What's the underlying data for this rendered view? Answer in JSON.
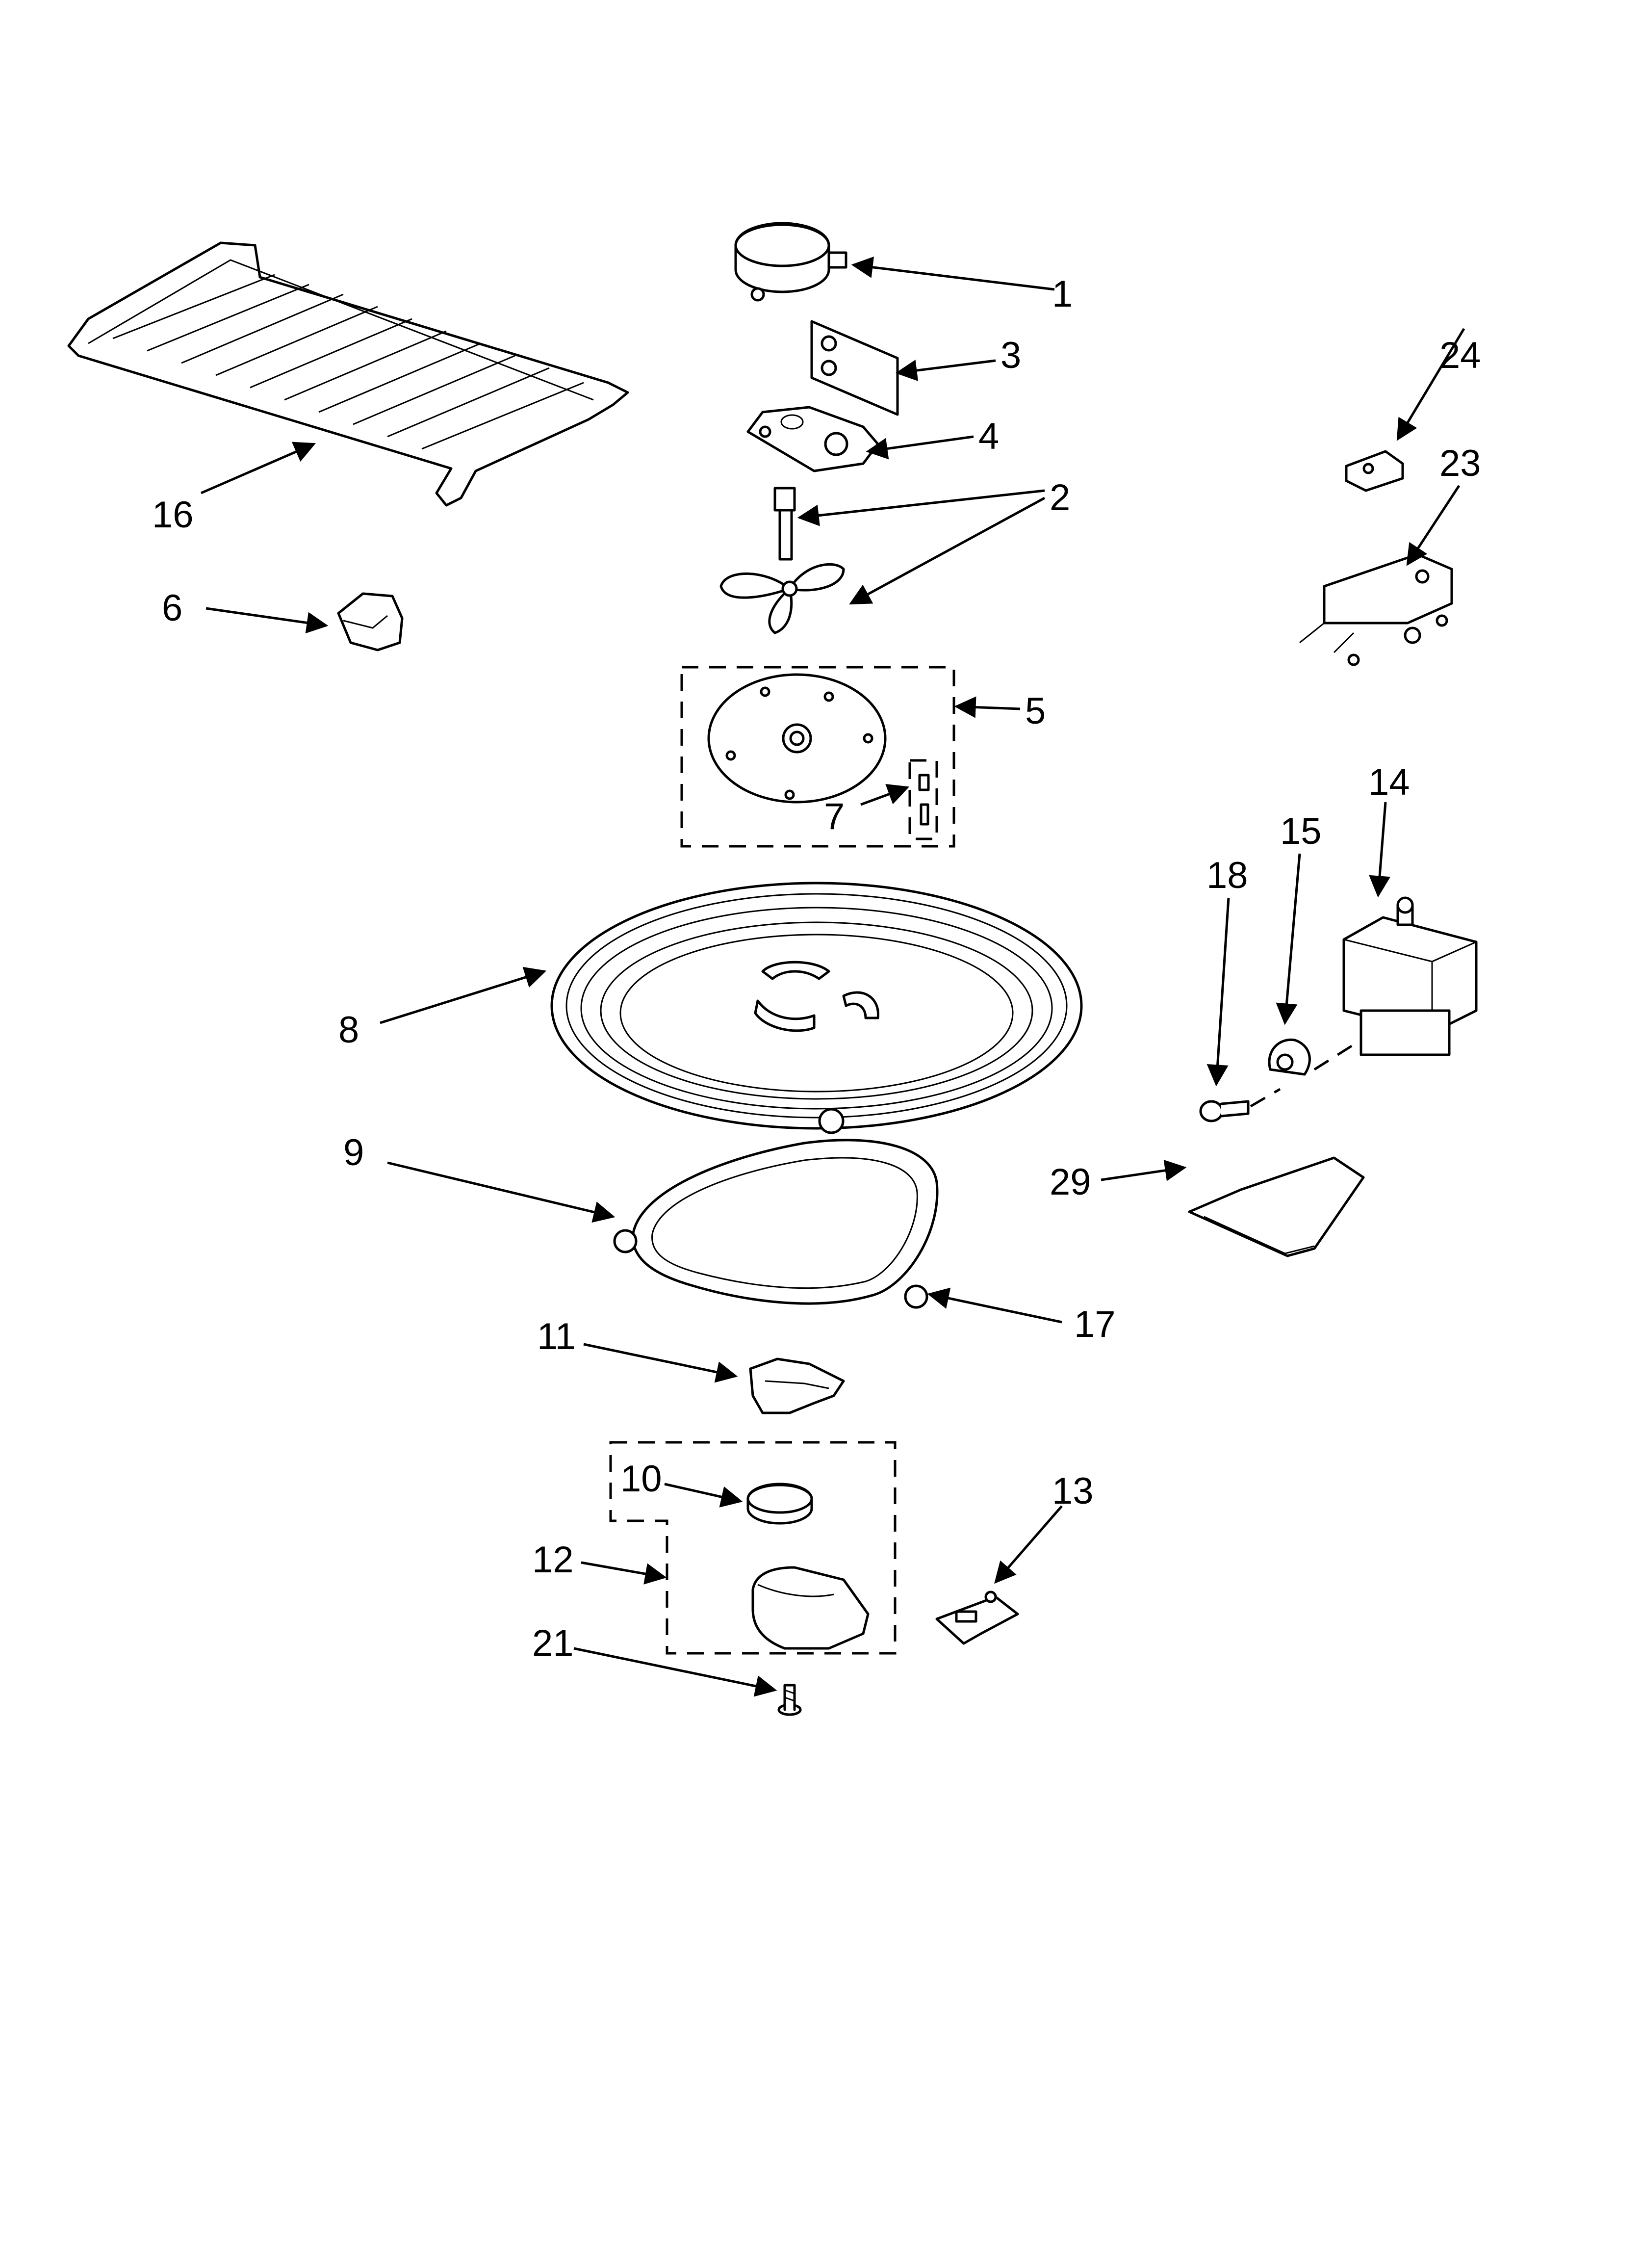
{
  "callouts": {
    "c1": "1",
    "c2": "2",
    "c3": "3",
    "c4": "4",
    "c5": "5",
    "c6": "6",
    "c7": "7",
    "c8": "8",
    "c9": "9",
    "c10": "10",
    "c11": "11",
    "c12": "12",
    "c13": "13",
    "c14": "14",
    "c15": "15",
    "c16": "16",
    "c17": "17",
    "c18": "18",
    "c21": "21",
    "c23": "23",
    "c24": "24",
    "c29": "29"
  },
  "colors": {
    "line": "#000000",
    "background": "#ffffff"
  }
}
